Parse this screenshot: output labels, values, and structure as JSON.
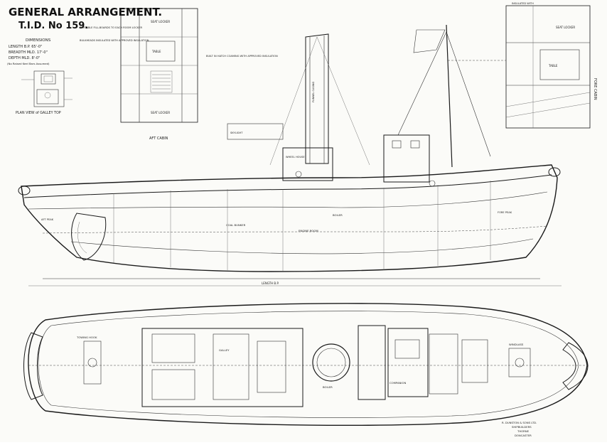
{
  "title": {
    "line1": "GENERAL ARRANGEMENT.",
    "line2": "T.I.D. No 159."
  },
  "dimensions": {
    "heading": "DIMENSIONS",
    "length": "LENGTH B.P.   65'-0\"",
    "breadth": "BREADTH MLD.   17'-0\"",
    "depth": "DEPTH MLD.   8'-0\"",
    "note": "(No Raised Keel Bars Assumed)"
  },
  "galley_caption": "PLAN VIEW of GALLEY TOP",
  "aft_cabin_caption": "AFT CABIN",
  "fore_cabin_caption": "FORE CABIN",
  "upper_notes": {
    "portable_fill_boards": "PORTABLE FILL-BOARDS TO EACH ROOM LOCKER",
    "bulkhead_insulation": "BULKHEADS INSULATED WITH APPROVED INSULATION",
    "built_in_hatch": "BUILT IN HATCH COAMING WITH APPROVED INSULATION",
    "insulated_with": "INSULATED WITH"
  },
  "elevation_labels": {
    "seat_locker": "SEAT LOCKER",
    "table": "TABLE",
    "skylight": "SKYLIGHT",
    "funnel_casing": "FUNNEL CASING",
    "wheel_house": "WHEEL HOUSE",
    "engine_room": "ENGINE ROOM",
    "coal_bunker": "COAL BUNKER",
    "boiler": "BOILER",
    "fore_peak": "FORE PEAK",
    "aft_peak": "AFT PEAK",
    "length_bp": "LENGTH B.P."
  },
  "plan_labels": {
    "galley": "GALLEY",
    "boiler_plan": "BOILER",
    "windlass": "WINDLASS",
    "towing_hook": "TOWING HOOK",
    "companion": "COMPANION"
  },
  "builder": {
    "line1": "R. DUNSTON & SONS LTD.",
    "line2": "SHIPBUILDERS",
    "line3": "THORNE",
    "line4": "DONCASTER"
  }
}
